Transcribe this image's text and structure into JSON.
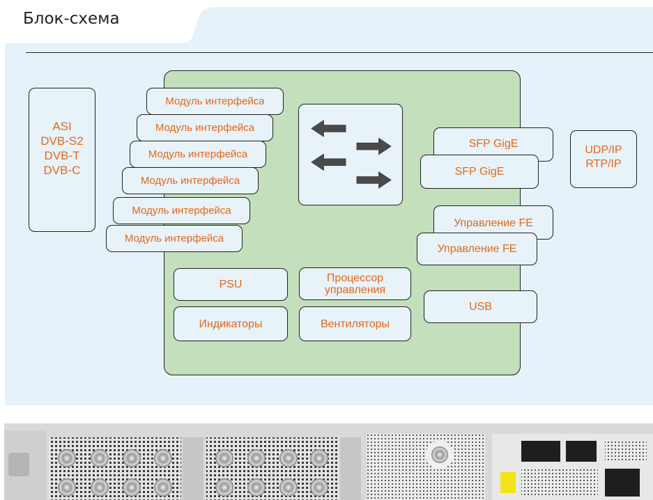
{
  "title": "Блок-схема",
  "inputs": [
    "ASI",
    "DVB-S2",
    "DVB-T",
    "DVB-C"
  ],
  "modules": [
    "Модуль интерфейса",
    "Модуль интерфейса",
    "Модуль интерфейса",
    "Модуль интерфейса",
    "Модуль интерфейса",
    "Модуль интерфейса"
  ],
  "internal": {
    "psu": "PSU",
    "cpu": "Процессор управления",
    "indicators": "Индикаторы",
    "fans": "Вентиляторы"
  },
  "ports": {
    "sfp": [
      "SFP GigE",
      "SFP GigE"
    ],
    "mgmt": [
      "Управление FE",
      "Управление FE"
    ],
    "usb": "USB"
  },
  "output": [
    "UDP/IP",
    "RTP/IP"
  ],
  "colors": {
    "accent": "#e8651a",
    "board": "#c3dfbc",
    "panel": "#e6f2f9"
  }
}
